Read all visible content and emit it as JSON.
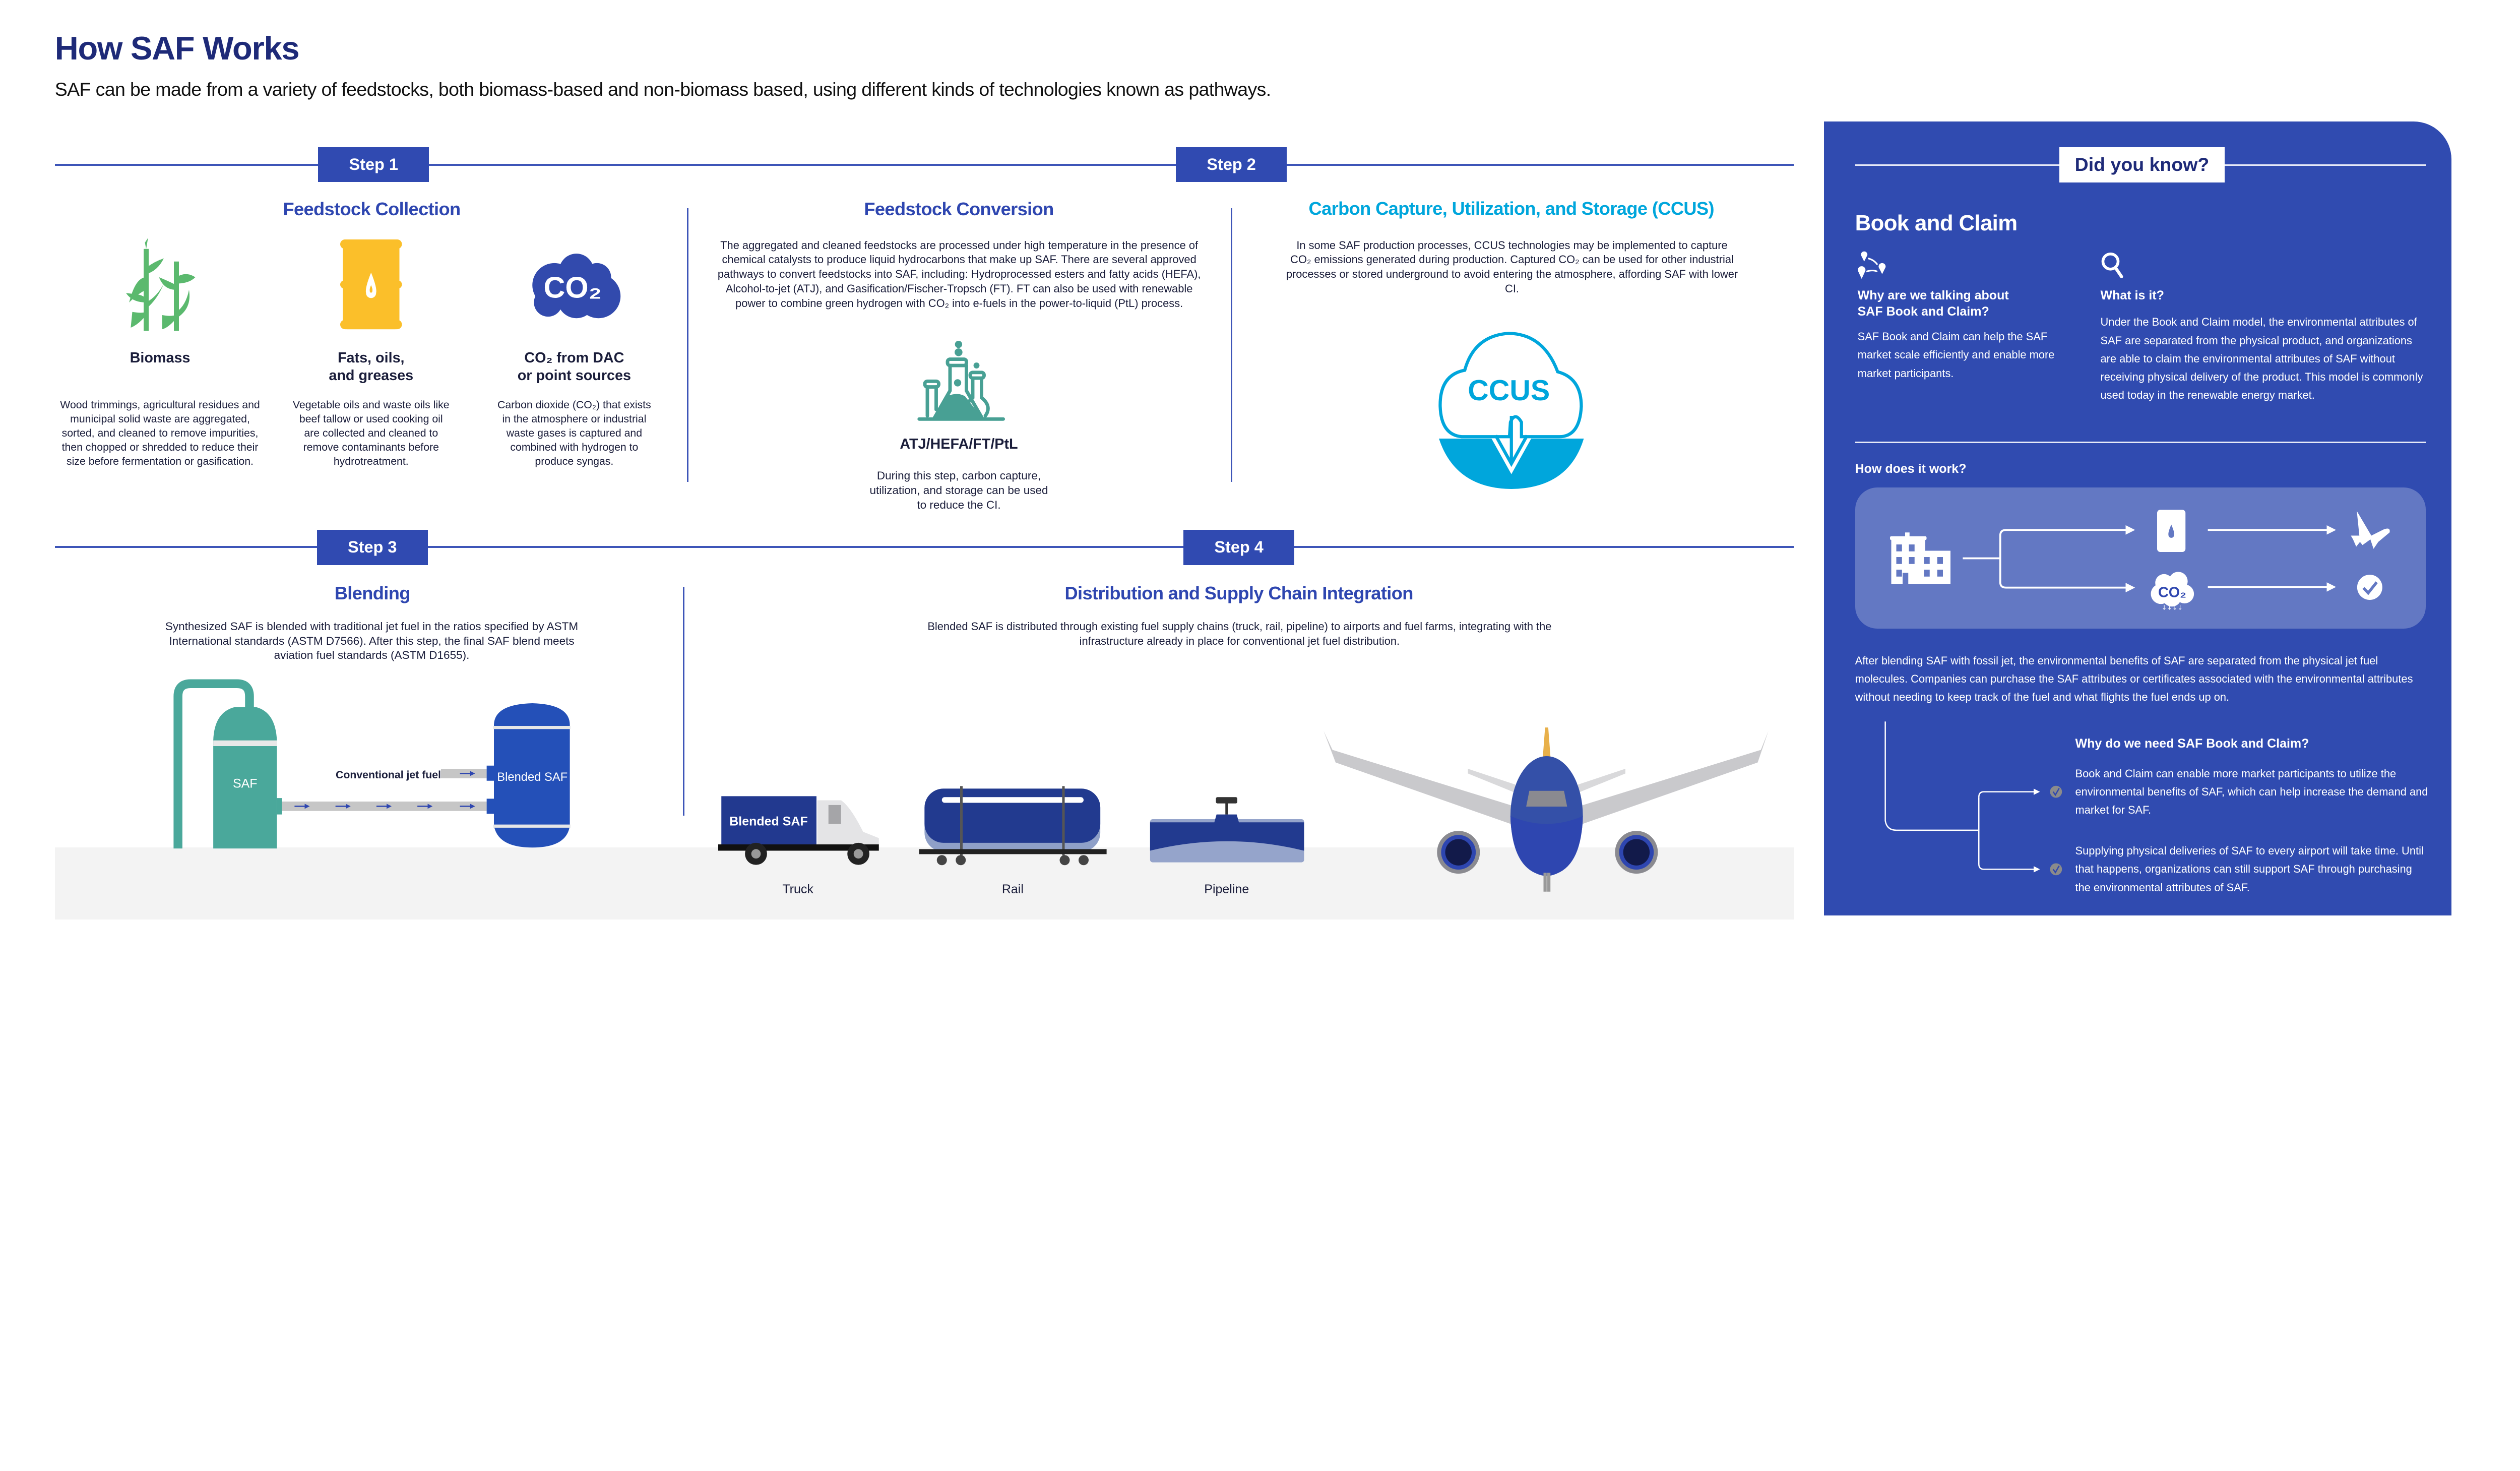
{
  "header": {
    "title": "How SAF Works",
    "subtitle": "SAF can be made from a variety of feedstocks, both biomass-based and non-biomass based, using different kinds of technologies known as pathways."
  },
  "steps": [
    {
      "label": "Step 1"
    },
    {
      "label": "Step 2"
    },
    {
      "label": "Step 3"
    },
    {
      "label": "Step 4"
    }
  ],
  "feedstock_collection": {
    "title": "Feedstock Collection",
    "items": [
      {
        "icon": "corn-icon",
        "label": "Biomass",
        "text": "Wood trimmings, agricultural residues and municipal solid waste are aggregated, sorted, and cleaned to remove impurities, then chopped or shredded to reduce their size before fermentation or gasification."
      },
      {
        "icon": "barrel-icon",
        "label": "Fats, oils, and greases",
        "text": "Vegetable oils and waste oils like beef tallow or used cooking oil are collected and cleaned to remove contaminants before hydrotreatment."
      },
      {
        "icon": "co2-cloud-icon",
        "icon_text": "CO₂",
        "label": "CO₂ from DAC or point sources",
        "text": "Carbon dioxide (CO₂) that exists in the atmosphere or industrial waste gases is captured and combined with hydrogen to produce syngas."
      }
    ]
  },
  "feedstock_conversion": {
    "title": "Feedstock Conversion",
    "text": "The aggregated and cleaned feedstocks are processed under high temperature in the presence of chemical catalysts to produce liquid hydrocarbons that make up SAF. There are several approved pathways to convert feedstocks into SAF, including: Hydroprocessed esters and fatty acids (HEFA), Alcohol-to-jet (ATJ), and Gasification/Fischer-Tropsch (FT). FT can also be used with renewable power to combine green hydrogen with CO₂ into e-fuels in the power-to-liquid (PtL) process.",
    "pathways_label": "ATJ/HEFA/FT/PtL",
    "note": "During this step, carbon capture, utilization, and storage can be used to reduce the CI."
  },
  "ccus": {
    "title": "Carbon Capture, Utilization, and Storage (CCUS)",
    "text": "In some SAF production processes, CCUS technologies may be implemented to capture CO₂ emissions generated during production. Captured CO₂ can be used for other industrial processes or stored underground to avoid entering the atmosphere, affording SAF with lower CI.",
    "icon_text": "CCUS"
  },
  "blending": {
    "title": "Blending",
    "text": "Synthesized SAF is blended with traditional jet fuel in the ratios specified by ASTM International standards (ASTM D7566). After this step, the final SAF blend meets aviation fuel standards (ASTM D1655).",
    "saf_tank_label": "SAF",
    "blended_tank_label": "Blended SAF",
    "conventional_label": "Conventional jet fuel"
  },
  "distribution": {
    "title": "Distribution and Supply Chain Integration",
    "text": "Blended SAF is distributed through existing fuel supply chains (truck, rail, pipeline) to airports and fuel farms, integrating with the infrastructure already in place for conventional jet fuel distribution.",
    "truck_tank_label": "Blended SAF",
    "vehicles": [
      {
        "label": "Truck"
      },
      {
        "label": "Rail"
      },
      {
        "label": "Pipeline"
      }
    ]
  },
  "did_you_know": {
    "badge": "Did you know?",
    "title": "Book and Claim",
    "why_heading": "Why are we talking about SAF Book and Claim?",
    "why_text": "SAF Book and Claim can help the SAF market scale efficiently and enable more market participants.",
    "what_heading": "What is it?",
    "what_text": "Under the Book and Claim model, the environmental attributes of SAF are separated from the physical product, and organizations are able to claim the environmental attributes of SAF without receiving physical delivery of the product. This model is commonly used today in the renewable energy market.",
    "how_heading": "How does it work?",
    "how_co2": "CO₂",
    "how_text": "After blending SAF with fossil jet, the environmental benefits of SAF are separated from the physical jet fuel molecules. Companies can purchase the SAF attributes or certificates associated with the environmental attributes without needing to keep track of the fuel and what flights the fuel ends up on.",
    "need_heading": "Why do we need SAF Book and Claim?",
    "reasons": [
      "Book and Claim can enable more market participants to utilize the environmental benefits of SAF, which can help increase the demand and market for SAF.",
      "Supplying physical deliveries of SAF to every airport will take time. Until that happens, organizations can still support SAF through purchasing the  environmental attributes of SAF."
    ]
  },
  "colors": {
    "brand_blue": "#304ab1",
    "title_navy": "#1e2a78",
    "ccus_cyan": "#00a6dc",
    "biomass_green": "#5bb96e",
    "barrel_yellow": "#fbbf2a",
    "saf_teal": "#4aa89b"
  }
}
